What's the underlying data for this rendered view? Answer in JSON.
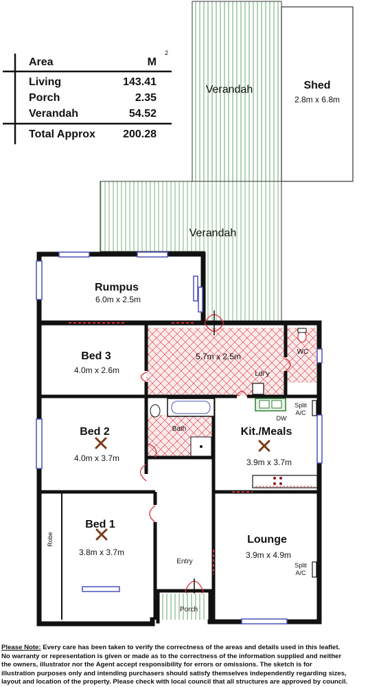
{
  "area_table": {
    "header": "Area",
    "unit": "M",
    "unit_superscript": "2",
    "rows": [
      {
        "label": "Living",
        "value": "143.41"
      },
      {
        "label": "Porch",
        "value": "2.35"
      },
      {
        "label": "Verandah",
        "value": "54.52"
      }
    ],
    "total_label": "Total Approx",
    "total_value": "200.28"
  },
  "rooms": {
    "verandah_top": {
      "name": "Verandah"
    },
    "shed": {
      "name": "Shed",
      "size": "2.8m x 6.8m"
    },
    "verandah_side": {
      "name": "Verandah"
    },
    "rumpus": {
      "name": "Rumpus",
      "size": "6.0m x 2.5m"
    },
    "bed3": {
      "name": "Bed 3",
      "size": "4.0m x 2.6m"
    },
    "hall": {
      "size": "5.7m x 2.5m"
    },
    "wc": {
      "name": "WC"
    },
    "laundry": {
      "name": "Ldr'y"
    },
    "split_ac_kitchen": {
      "line1": "Split",
      "line2": "A/C"
    },
    "dw": {
      "name": "DW"
    },
    "bed2": {
      "name": "Bed 2",
      "size": "4.0m x 3.7m"
    },
    "bath": {
      "name": "Bath"
    },
    "kitchen": {
      "name": "Kit./Meals",
      "size": "3.9m x 3.7m"
    },
    "bed1": {
      "name": "Bed 1",
      "size": "3.8m x 3.7m"
    },
    "robe": {
      "name": "Robe"
    },
    "lounge": {
      "name": "Lounge",
      "size": "3.9m x 4.9m"
    },
    "split_ac_lounge": {
      "line1": "Split",
      "line2": "A/C"
    },
    "entry": {
      "name": "Entry"
    },
    "porch": {
      "name": "Porch"
    }
  },
  "disclaimer": {
    "heading": "Please Note:",
    "line1": " Every care has  been  taken to verify  the correctness of the areas and   details used in  this leaflet.",
    "line2": "No warranty  or representation  is given or made as to the correctness of the information supplied  and neither",
    "line3": "the owners, illustrator nor the Agent  accept  responsibility for errors or omissions. The sketch is  for",
    "line4": "illustration purposes only and intending purchasers should satisfy themselves independently  regarding sizes,",
    "line5": "layout and location of the property.  Please check with local council that all structures are approved by council."
  },
  "colors": {
    "wall": "#111111",
    "window": "#4a4fb8",
    "door_sweep": "#d6303a",
    "hatch": "#2e7d32",
    "tile": "#d6303a"
  }
}
